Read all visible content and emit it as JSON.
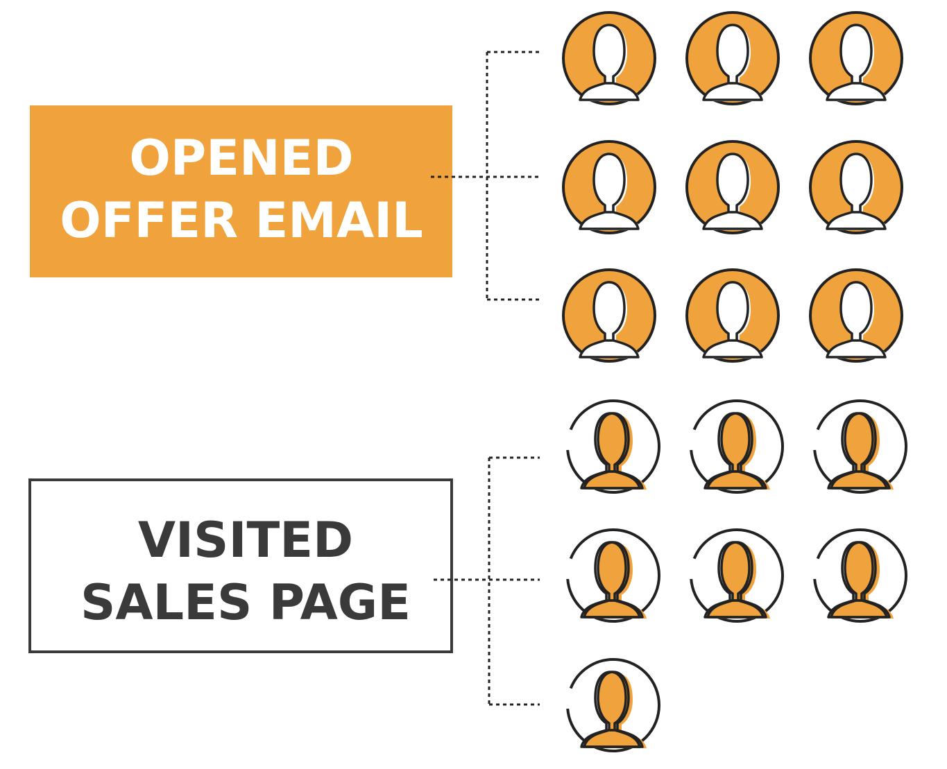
{
  "colors": {
    "accent": "#F0A33C",
    "ink": "#222222",
    "text_dark": "#3a3a3a",
    "white": "#ffffff"
  },
  "groups": [
    {
      "id": "opened",
      "label_lines": [
        "OPENED",
        "OFFER EMAIL"
      ],
      "style": "filled",
      "count": 9,
      "icon": "person-icon"
    },
    {
      "id": "visited",
      "label_lines": [
        "VISITED",
        "SALES PAGE"
      ],
      "style": "outlined",
      "count": 7,
      "icon": "person-icon"
    }
  ]
}
